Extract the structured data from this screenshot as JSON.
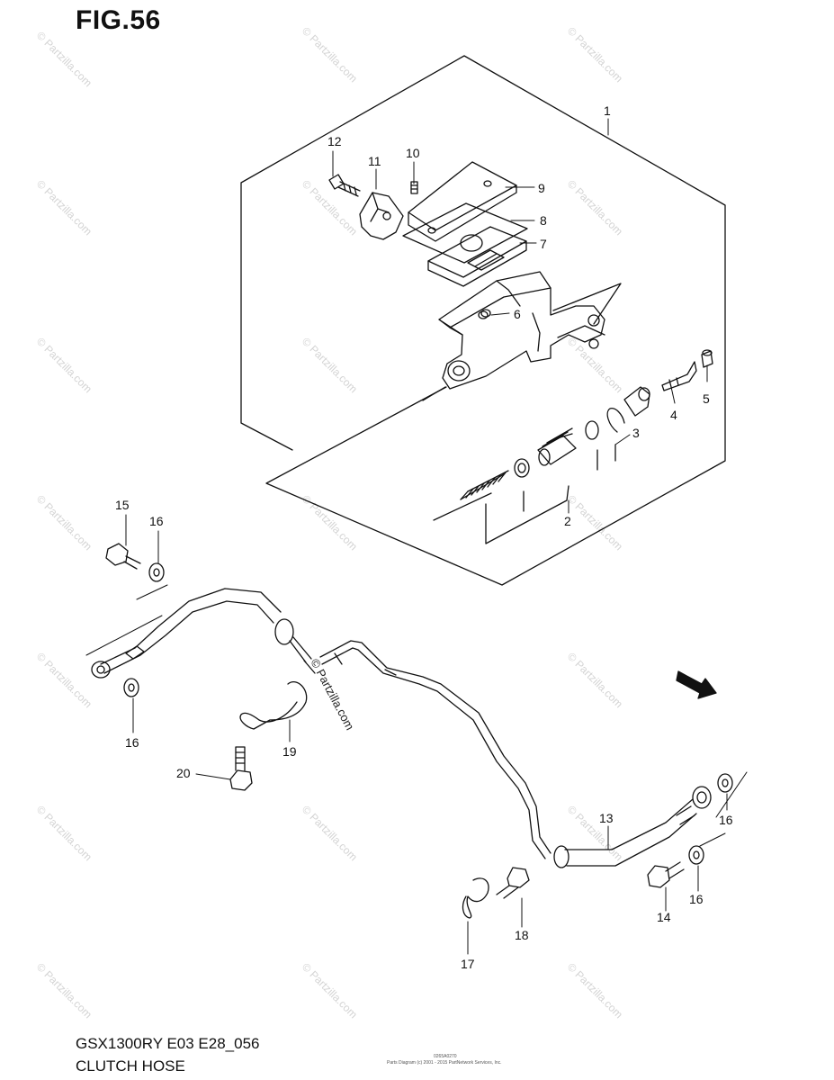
{
  "figure": {
    "title": "FIG.56",
    "model": "GSX1300RY E03 E28_056",
    "name": "CLUTCH HOSE",
    "small_code": "0265A0270",
    "small_copyright": "Parts Diagram (c) 2001 - 2015 PartNetwork Services, Inc."
  },
  "watermark": {
    "text": "© Partzilla.com"
  },
  "callouts": [
    "1",
    "2",
    "3",
    "4",
    "5",
    "6",
    "7",
    "8",
    "9",
    "10",
    "11",
    "12",
    "13",
    "14",
    "15",
    "16",
    "17",
    "18",
    "19",
    "20"
  ],
  "direction_marker": "FWD"
}
